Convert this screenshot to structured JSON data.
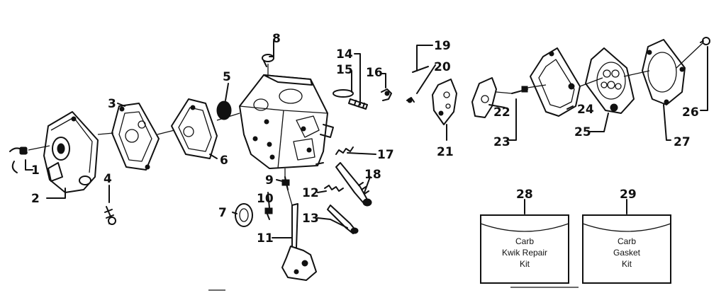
{
  "callouts": [
    "1",
    "2",
    "3",
    "4",
    "5",
    "6",
    "7",
    "8",
    "9",
    "10",
    "11",
    "12",
    "13",
    "14",
    "15",
    "16",
    "17",
    "18",
    "19",
    "20",
    "21",
    "22",
    "23",
    "24",
    "25",
    "26",
    "27",
    "28",
    "29"
  ],
  "kits": [
    {
      "number": "28",
      "lines": [
        "Carb",
        "Kwik Repair",
        "Kit"
      ]
    },
    {
      "number": "29",
      "lines": [
        "Carb",
        "Gasket",
        "Kit"
      ]
    }
  ]
}
